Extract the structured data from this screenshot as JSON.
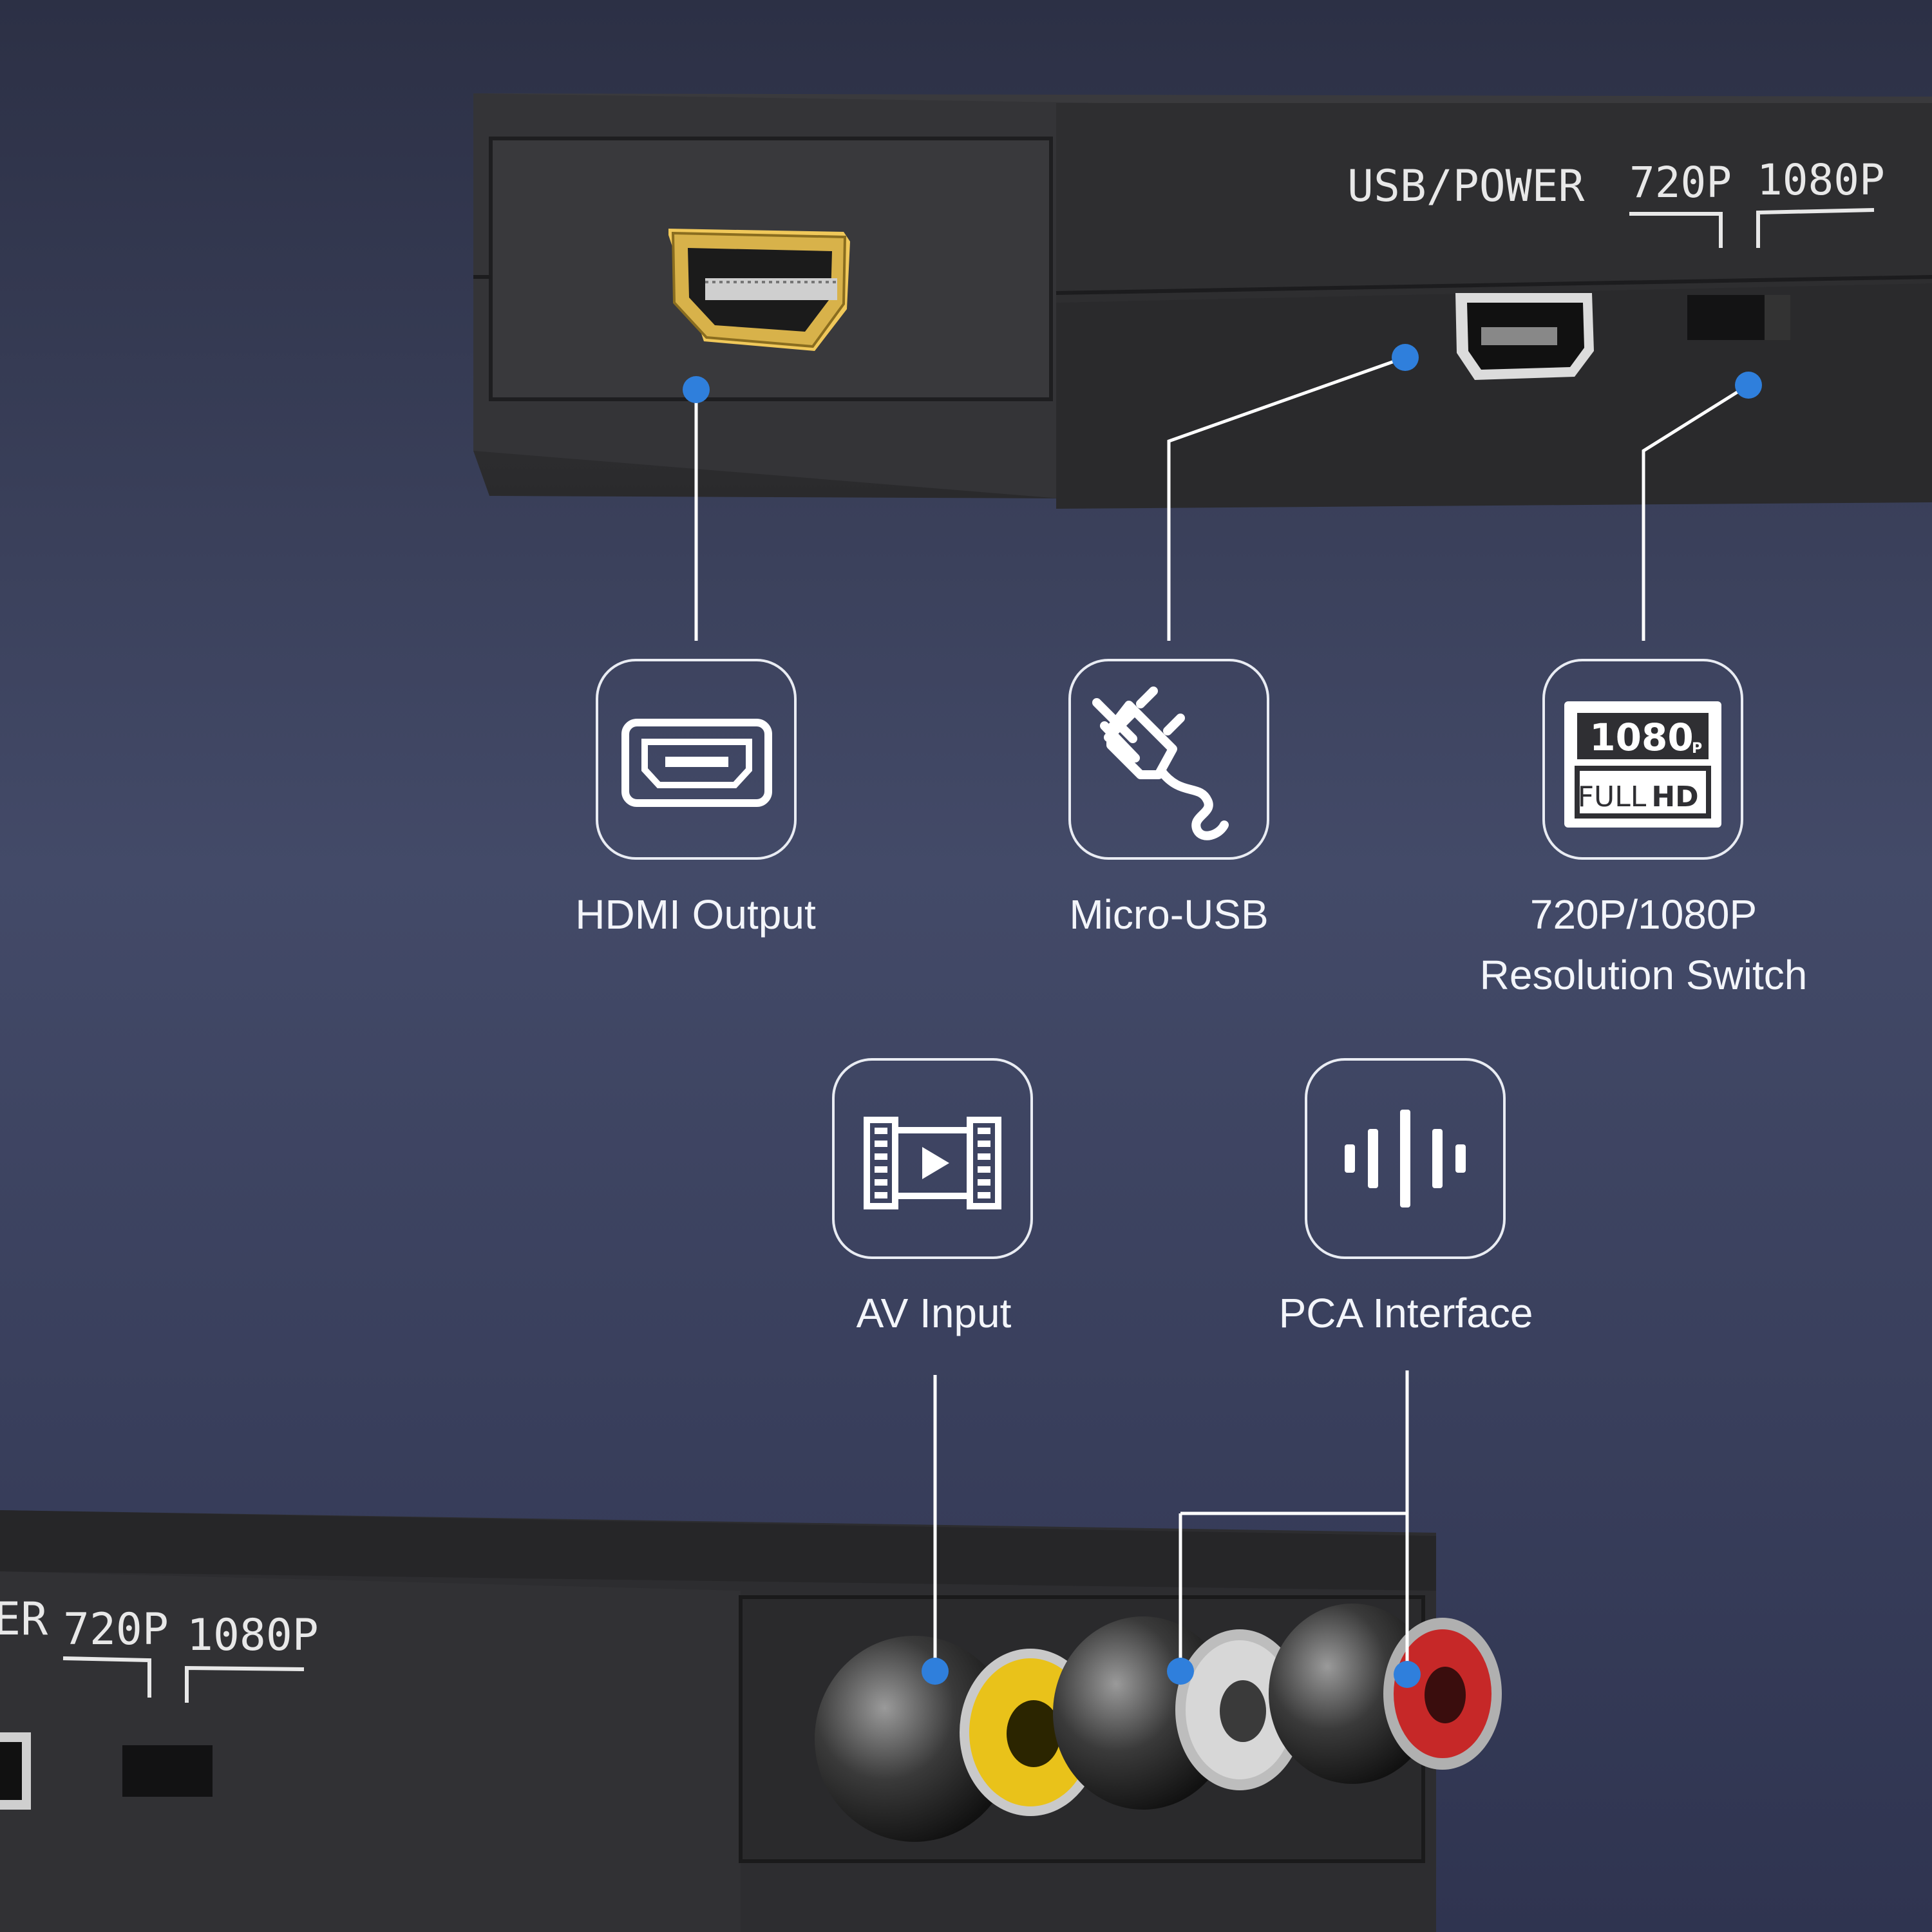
{
  "top_device": {
    "silkscreen": [
      "USB/POWER",
      "720P",
      "1080P"
    ]
  },
  "bottom_device": {
    "silkscreen": [
      "ER",
      "720P",
      "1080P"
    ]
  },
  "features": [
    {
      "id": "hdmi",
      "label": "HDMI Output",
      "icon": "hdmi-port-icon"
    },
    {
      "id": "usb",
      "label": "Micro-USB",
      "icon": "power-plug-icon"
    },
    {
      "id": "res",
      "label_lines": [
        "720P/1080P",
        "Resolution Switch"
      ],
      "icon": "1080p-fullhd-icon",
      "icon_text": {
        "top": "1080",
        "sub": "P",
        "bottom_a": "FULL",
        "bottom_b": "HD"
      }
    },
    {
      "id": "av",
      "label": "AV Input",
      "icon": "video-film-icon"
    },
    {
      "id": "pca",
      "label": "PCA Interface",
      "icon": "sound-wave-icon"
    }
  ],
  "colors": {
    "background": "#3e4562",
    "device": "#2f2f31",
    "callout_dot": "#2f7fdc",
    "hdmi_gold": "#d8b24a",
    "rca_yellow": "#e9c21a",
    "rca_white": "#d7d7d7",
    "rca_red": "#c62828"
  }
}
